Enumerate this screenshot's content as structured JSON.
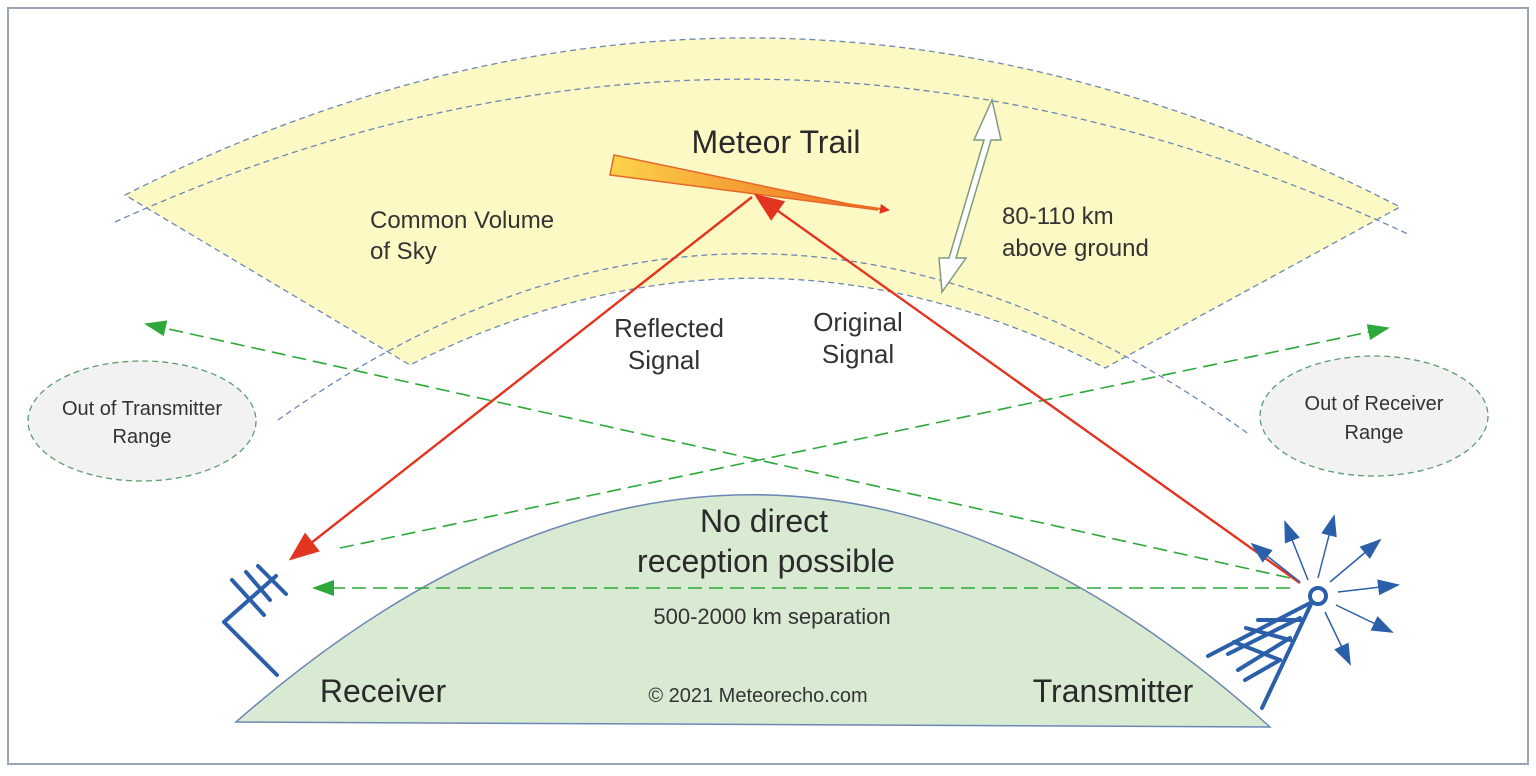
{
  "meteor_trail_label": "Meteor Trail",
  "common_volume_label": [
    "Common Volume",
    "of Sky"
  ],
  "altitude_label": [
    "80-110 km",
    "above ground"
  ],
  "reflected_signal_label": [
    "Reflected",
    "Signal"
  ],
  "original_signal_label": [
    "Original",
    "Signal"
  ],
  "out_of_transmitter_label": [
    "Out of Transmitter",
    "Range"
  ],
  "out_of_receiver_label": [
    "Out of Receiver",
    "Range"
  ],
  "no_direct_label": [
    "No direct",
    "reception possible"
  ],
  "separation_label": "500-2000 km separation",
  "receiver_label": "Receiver",
  "transmitter_label": "Transmitter",
  "copyright_label": "© 2021 Meteorecho.com",
  "colors": {
    "sky_band_fill": "#fdf9c4",
    "earth_fill": "#d9ead3",
    "signal_red": "#e3341f",
    "green_dashed": "#2ea83a",
    "antenna_blue": "#2b5faa",
    "band_dash": "#6d87b5"
  }
}
